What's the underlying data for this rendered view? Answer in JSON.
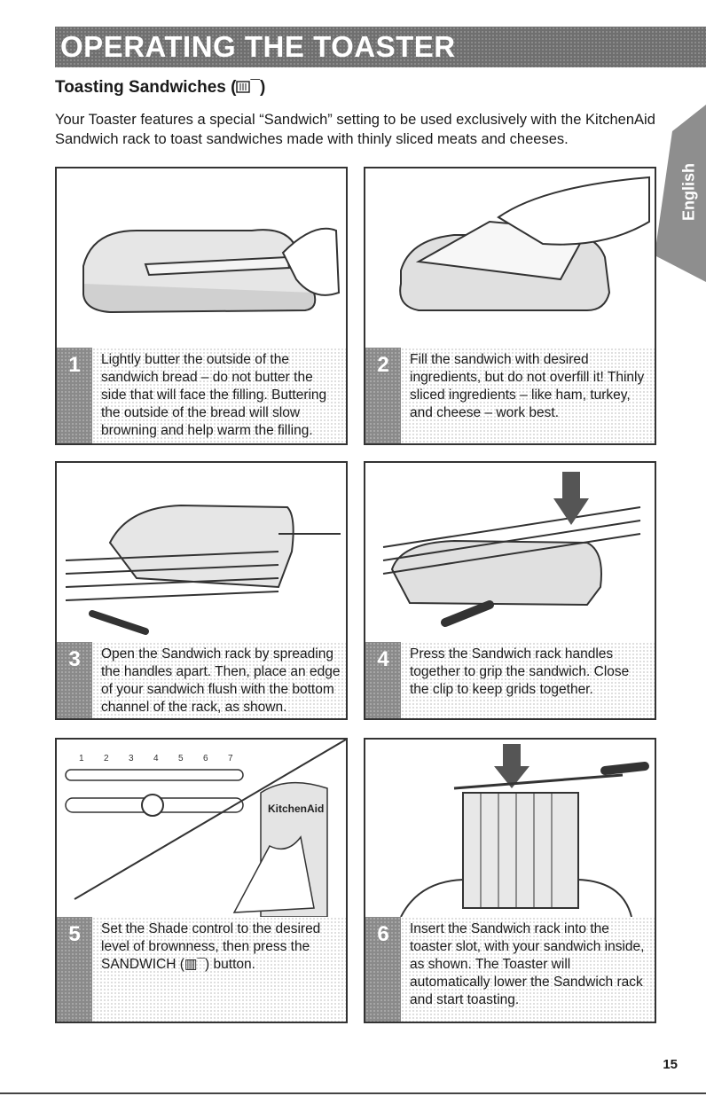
{
  "header": {
    "banner_title": "OPERATING THE TOASTER"
  },
  "section": {
    "title": "Toasting Sandwiches (",
    "title_end": "¯)",
    "intro": "Your Toaster features a special “Sandwich” setting to be used exclusively with the KitchenAid Sandwich rack to toast sandwiches made with thinly sliced meats and cheeses."
  },
  "side_tab": {
    "label": "English"
  },
  "steps": [
    {
      "number": "1",
      "text": "Lightly butter the outside of the sandwich bread – do not butter the side that will face the filling. Buttering the outside of the bread will slow browning and help warm the filling."
    },
    {
      "number": "2",
      "text": "Fill the sandwich with desired ingredients, but do not overfill it! Thinly sliced ingredients – like ham, turkey, and cheese – work best."
    },
    {
      "number": "3",
      "text": "Open the Sandwich rack by spreading the handles apart. Then, place an edge of your sandwich flush with the bottom channel of the rack, as shown."
    },
    {
      "number": "4",
      "text": "Press the Sandwich rack handles together to grip the sandwich. Close the clip to keep grids together."
    },
    {
      "number": "5",
      "text": "Set the Shade control to the desired level of brownness, then press the SANDWICH (▥¯) button."
    },
    {
      "number": "6",
      "text": "Insert the Sandwich rack into the toaster slot, with your sandwich inside, as shown. The Toaster will automatically lower the Sandwich rack and start toasting."
    }
  ],
  "illustration5": {
    "shade_marks": [
      "1",
      "2",
      "3",
      "4",
      "5",
      "6",
      "7"
    ],
    "brand": "KitchenAid"
  },
  "footer": {
    "page_number": "15"
  }
}
